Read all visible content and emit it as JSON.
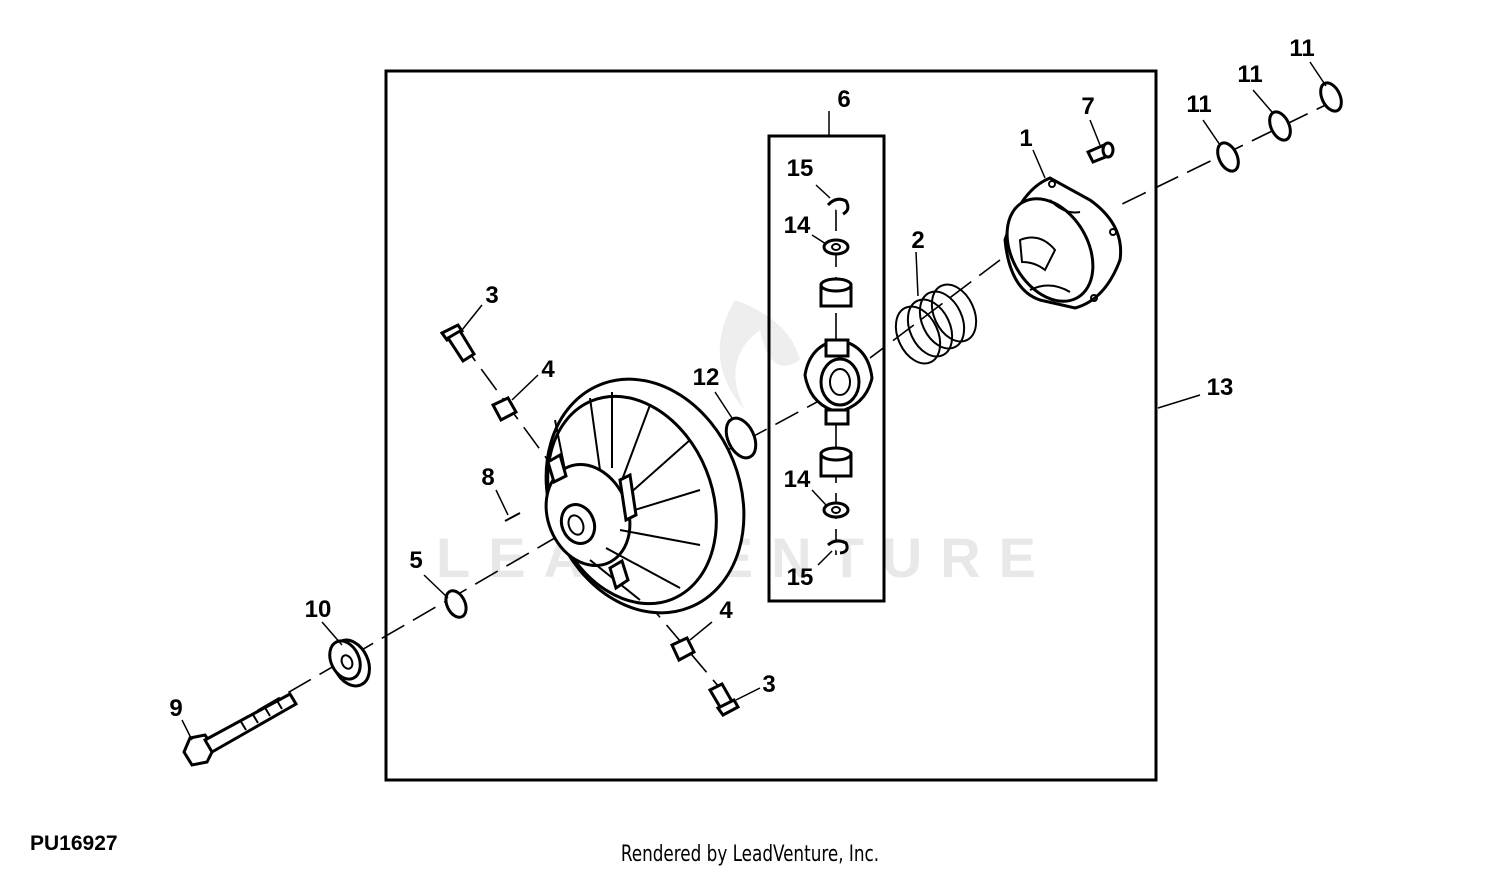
{
  "diagram": {
    "figure_id": "PU16927",
    "credit": "Rendered by LeadVenture, Inc.",
    "watermark": "LEADVENTURE",
    "callouts": {
      "c1": "1",
      "c2": "2",
      "c3a": "3",
      "c3b": "3",
      "c4a": "4",
      "c4b": "4",
      "c5": "5",
      "c6": "6",
      "c7": "7",
      "c8": "8",
      "c9": "9",
      "c10": "10",
      "c11a": "11",
      "c11b": "11",
      "c11c": "11",
      "c12": "12",
      "c13": "13",
      "c14a": "14",
      "c14b": "14",
      "c15a": "15",
      "c15b": "15"
    }
  }
}
